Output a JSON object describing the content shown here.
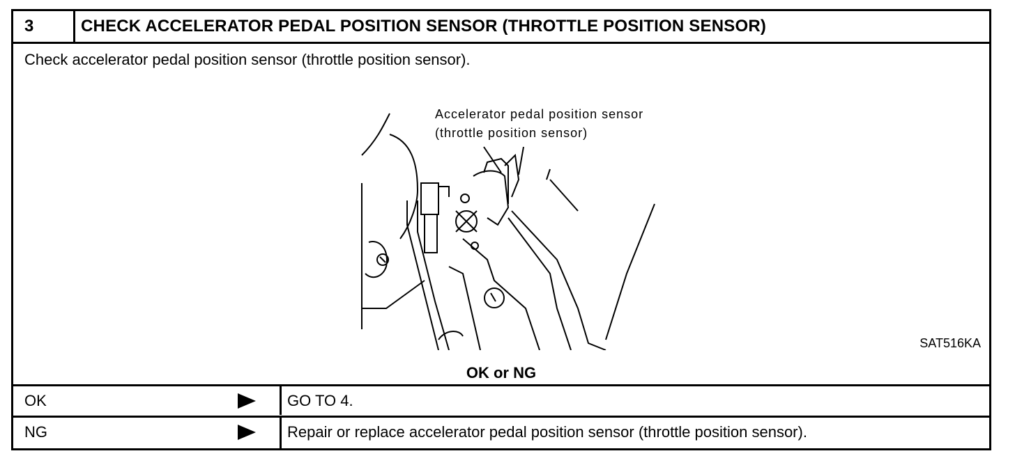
{
  "step": {
    "number": "3",
    "title": "CHECK ACCELERATOR PEDAL POSITION SENSOR (THROTTLE POSITION SENSOR)"
  },
  "instruction": "Check accelerator pedal position sensor (throttle position sensor).",
  "figure": {
    "callout_line1": "Accelerator pedal position sensor",
    "callout_line2": "(throttle position sensor)",
    "code": "SAT516KA"
  },
  "result_prompt": "OK or NG",
  "results": [
    {
      "label": "OK",
      "action": "GO TO 4."
    },
    {
      "label": "NG",
      "action": "Repair or replace accelerator pedal position sensor (throttle position sensor)."
    }
  ]
}
